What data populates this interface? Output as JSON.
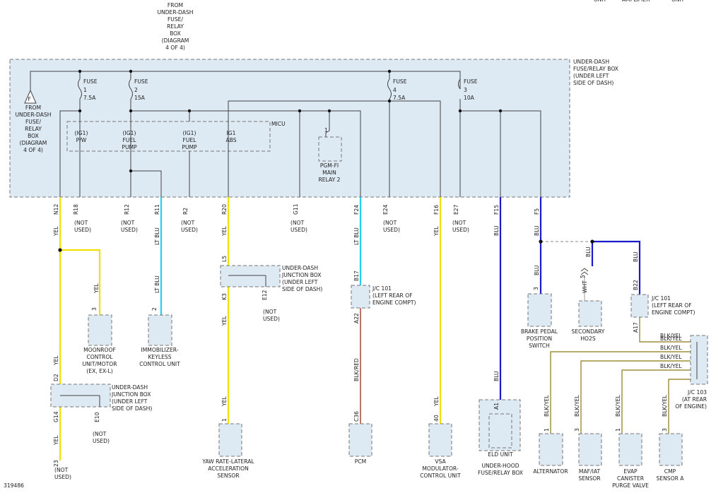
{
  "corner_id": "319486",
  "top_truncated": [
    "UNIT",
    "AMPLIFIER",
    "UNIT"
  ],
  "from_top": [
    "FROM",
    "UNDER-DASH",
    "FUSE/",
    "RELAY",
    "BOX",
    "(DIAGRAM",
    "4 OF 4)"
  ],
  "from_left": [
    "FROM",
    "UNDER-DASH",
    "FUSE/",
    "RELAY",
    "BOX",
    "(DIAGRAM",
    "4 OF 4)"
  ],
  "ground_letter": "F",
  "fuse_box": [
    "UNDER-DASH",
    "FUSE/RELAY BOX",
    "(UNDER LEFT",
    "SIDE OF DASH)"
  ],
  "fuses": [
    {
      "t": "FUSE",
      "n": "1",
      "a": "7.5A"
    },
    {
      "t": "FUSE",
      "n": "2",
      "a": "15A"
    },
    {
      "t": "FUSE",
      "n": "4",
      "a": "7.5A"
    },
    {
      "t": "FUSE",
      "n": "3",
      "a": "10A"
    }
  ],
  "micu": {
    "title": "MICU",
    "circuits": [
      [
        "(IG1)",
        "P/W"
      ],
      [
        "(IG1)",
        "FUEL",
        "PUMP"
      ],
      [
        "(IG1)",
        "FUEL",
        "PUMP"
      ],
      [
        "IG1",
        "ABS"
      ]
    ]
  },
  "pgm_relay": {
    "pin": "1",
    "label": [
      "PGM-FI",
      "MAIN",
      "RELAY 2"
    ]
  },
  "terminals": [
    "N12",
    "R18",
    "R12",
    "R11",
    "R2",
    "R20",
    "G11",
    "F24",
    "E24",
    "F16",
    "E27",
    "F15",
    "F5"
  ],
  "not_used": [
    "(NOT",
    "USED)"
  ],
  "wire_colors": [
    "YEL",
    "LT BLU",
    "BLK/RED",
    "BLU",
    "WHT",
    "BLK/YEL"
  ],
  "junction_box": [
    "UNDER-DASH",
    "JUNCTION BOX",
    "(UNDER LEFT",
    "SIDE OF DASH)"
  ],
  "jb_pins": [
    "L5",
    "K3",
    "E12",
    "D2",
    "G14",
    "E10"
  ],
  "jc101_mid": {
    "pins": [
      "B17",
      "A22"
    ],
    "label": [
      "J/C 101",
      "(LEFT REAR OF",
      "ENGINE COMPT)"
    ]
  },
  "jc101_right": {
    "pins": [
      "B22",
      "A17"
    ],
    "label": [
      "J/C 101",
      "(LEFT REAR OF",
      "ENGINE COMPT)"
    ]
  },
  "jc103": [
    "J/C 103",
    "(AT REAR",
    "OF ENGINE)"
  ],
  "components": [
    {
      "pin": "3",
      "label": [
        "MOONROOF",
        "CONTROL",
        "UNIT/MOTOR",
        "(EX, EX-L)"
      ]
    },
    {
      "pin": "2",
      "label": [
        "IMMOBILIZER-",
        "KEYLESS",
        "CONTROL UNIT"
      ]
    },
    {
      "pin": "1",
      "label": [
        "YAW RATE-LATERAL",
        "ACCELERATION",
        "SENSOR"
      ]
    },
    {
      "pin": "C36",
      "label": [
        "PCM"
      ]
    },
    {
      "pin": "40",
      "label": [
        "VSA",
        "MODULATOR-",
        "CONTROL UNIT"
      ]
    },
    {
      "pin": "A1",
      "label": [
        "ELD UNIT"
      ]
    },
    {
      "pin": "3",
      "label": [
        "BRAKE PEDAL",
        "POSITION",
        "SWITCH"
      ]
    },
    {
      "pin": "5",
      "label": [
        "SECONDARY",
        "HO2S"
      ]
    },
    {
      "pin": "1",
      "label": [
        "ALTERNATOR"
      ]
    },
    {
      "pin": "3",
      "label": [
        "MAF/IAT",
        "SENSOR"
      ]
    },
    {
      "pin": "1",
      "label": [
        "EVAP",
        "CANISTER",
        "PURGE VALVE"
      ]
    },
    {
      "pin": "3",
      "label": [
        "CMP",
        "SENSOR A"
      ]
    }
  ],
  "uh_box": [
    "UNDER-HOOD",
    "FUSE/RELAY BOX"
  ],
  "moonroof_pin_23": "23",
  "colors": {
    "yellow": "#f0e000",
    "ltblu": "#22d0ee",
    "blu": "#1a1acc",
    "blkred": "#a03a2a",
    "blkyel": "#8a7a10",
    "panel": "#dde9f3"
  }
}
